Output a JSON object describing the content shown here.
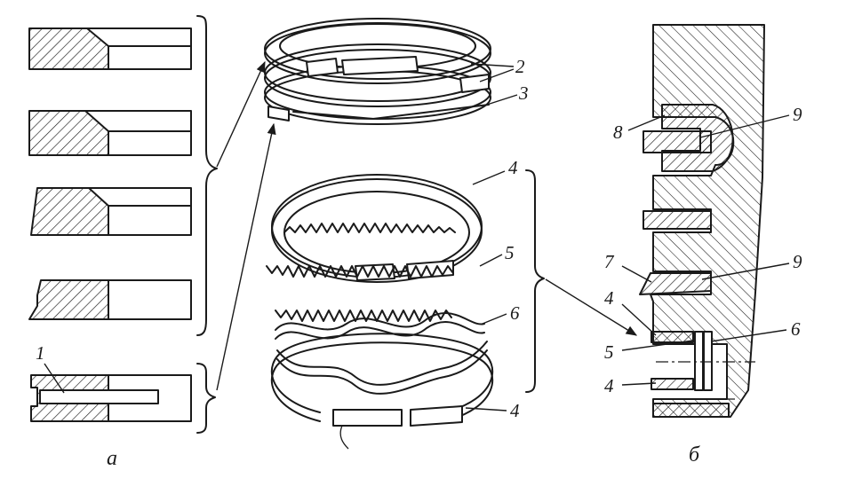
{
  "panels": {
    "a": {
      "caption": "а",
      "callouts": [
        "1"
      ]
    },
    "exploded": {
      "callouts": [
        "2",
        "3",
        "4",
        "5",
        "6",
        "4"
      ]
    },
    "b": {
      "caption": "б",
      "callouts": [
        "8",
        "9",
        "7",
        "9",
        "4",
        "5",
        "6",
        "4"
      ]
    }
  },
  "colors": {
    "ink": "#1a1a1a",
    "paper": "#ffffff"
  }
}
